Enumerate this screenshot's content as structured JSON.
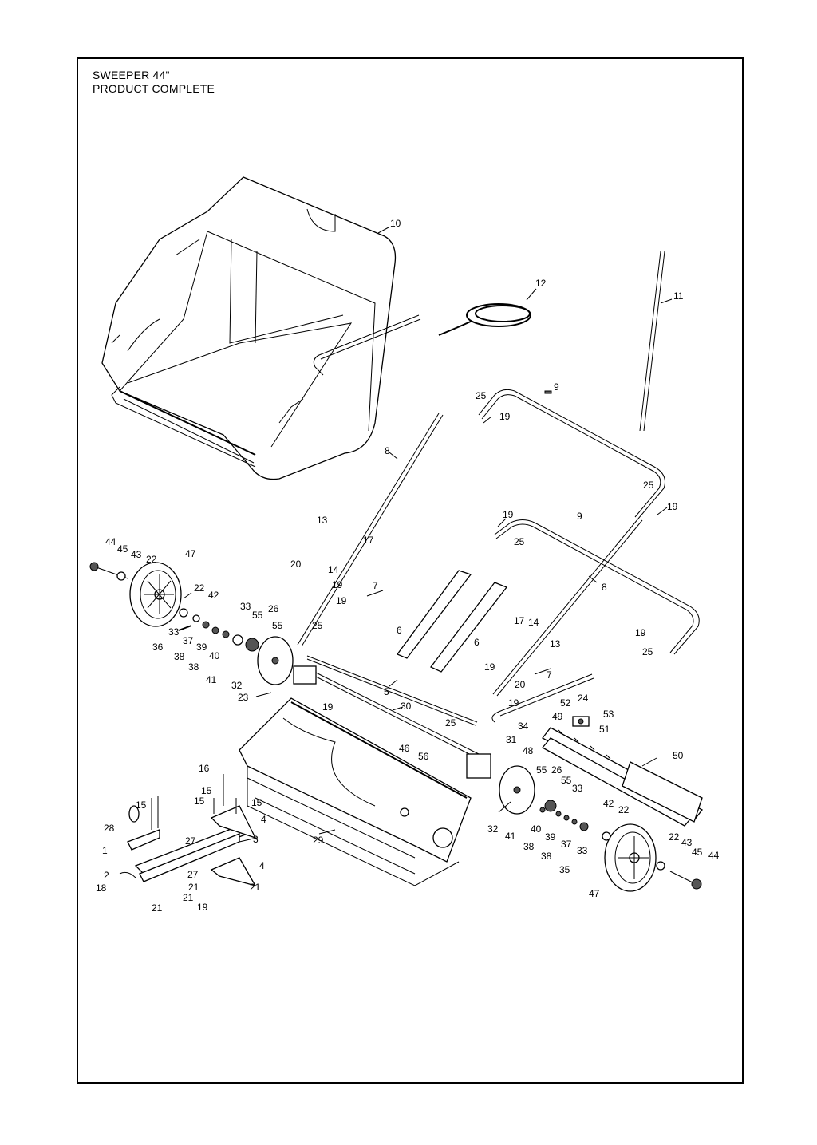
{
  "title": {
    "line1": "SWEEPER 44\"",
    "line2": "PRODUCT COMPLETE"
  },
  "callouts": [
    {
      "id": "c10",
      "text": "10"
    },
    {
      "id": "c12",
      "text": "12"
    },
    {
      "id": "c11",
      "text": "11"
    },
    {
      "id": "c9a",
      "text": "9"
    },
    {
      "id": "c25a",
      "text": "25"
    },
    {
      "id": "c19a",
      "text": "19"
    },
    {
      "id": "c8a",
      "text": "8"
    },
    {
      "id": "c25b",
      "text": "25"
    },
    {
      "id": "c19b",
      "text": "19"
    },
    {
      "id": "c19c",
      "text": "19"
    },
    {
      "id": "c9b",
      "text": "9"
    },
    {
      "id": "c25c",
      "text": "25"
    },
    {
      "id": "c13a",
      "text": "13"
    },
    {
      "id": "c17a",
      "text": "17"
    },
    {
      "id": "c44a",
      "text": "44"
    },
    {
      "id": "c45a",
      "text": "45"
    },
    {
      "id": "c43a",
      "text": "43"
    },
    {
      "id": "c22a",
      "text": "22"
    },
    {
      "id": "c47a",
      "text": "47"
    },
    {
      "id": "c20a",
      "text": "20"
    },
    {
      "id": "c14a",
      "text": "14"
    },
    {
      "id": "c8b",
      "text": "8"
    },
    {
      "id": "c19d",
      "text": "19"
    },
    {
      "id": "c7a",
      "text": "7"
    },
    {
      "id": "c19e",
      "text": "19"
    },
    {
      "id": "c22b",
      "text": "22"
    },
    {
      "id": "c42a",
      "text": "42"
    },
    {
      "id": "c33a",
      "text": "33"
    },
    {
      "id": "c55a",
      "text": "55"
    },
    {
      "id": "c26a",
      "text": "26"
    },
    {
      "id": "c55b",
      "text": "55"
    },
    {
      "id": "c25d",
      "text": "25"
    },
    {
      "id": "c6a",
      "text": "6"
    },
    {
      "id": "c6b",
      "text": "6"
    },
    {
      "id": "c17b",
      "text": "17"
    },
    {
      "id": "c14b",
      "text": "14"
    },
    {
      "id": "c13b",
      "text": "13"
    },
    {
      "id": "c19f",
      "text": "19"
    },
    {
      "id": "c25e",
      "text": "25"
    },
    {
      "id": "c33b",
      "text": "33"
    },
    {
      "id": "c36a",
      "text": "36"
    },
    {
      "id": "c37a",
      "text": "37"
    },
    {
      "id": "c39a",
      "text": "39"
    },
    {
      "id": "c38a",
      "text": "38"
    },
    {
      "id": "c40a",
      "text": "40"
    },
    {
      "id": "c38b",
      "text": "38"
    },
    {
      "id": "c41a",
      "text": "41"
    },
    {
      "id": "c32a",
      "text": "32"
    },
    {
      "id": "c23a",
      "text": "23"
    },
    {
      "id": "c19g",
      "text": "19"
    },
    {
      "id": "c5a",
      "text": "5"
    },
    {
      "id": "c19h",
      "text": "19"
    },
    {
      "id": "c20b",
      "text": "20"
    },
    {
      "id": "c7b",
      "text": "7"
    },
    {
      "id": "c19i",
      "text": "19"
    },
    {
      "id": "c30a",
      "text": "30"
    },
    {
      "id": "c25f",
      "text": "25"
    },
    {
      "id": "c52a",
      "text": "52"
    },
    {
      "id": "c24a",
      "text": "24"
    },
    {
      "id": "c53a",
      "text": "53"
    },
    {
      "id": "c49a",
      "text": "49"
    },
    {
      "id": "c34a",
      "text": "34"
    },
    {
      "id": "c51a",
      "text": "51"
    },
    {
      "id": "c31a",
      "text": "31"
    },
    {
      "id": "c48a",
      "text": "48"
    },
    {
      "id": "c46a",
      "text": "46"
    },
    {
      "id": "c56a",
      "text": "56"
    },
    {
      "id": "c50a",
      "text": "50"
    },
    {
      "id": "c16a",
      "text": "16"
    },
    {
      "id": "c15a",
      "text": "15"
    },
    {
      "id": "c15b",
      "text": "15"
    },
    {
      "id": "c15c",
      "text": "15"
    },
    {
      "id": "c15d",
      "text": "15"
    },
    {
      "id": "c55c",
      "text": "55"
    },
    {
      "id": "c26b",
      "text": "26"
    },
    {
      "id": "c55d",
      "text": "55"
    },
    {
      "id": "c33c",
      "text": "33"
    },
    {
      "id": "c4a",
      "text": "4"
    },
    {
      "id": "c28a",
      "text": "28"
    },
    {
      "id": "c27a",
      "text": "27"
    },
    {
      "id": "c3a",
      "text": "3"
    },
    {
      "id": "c1a",
      "text": "1"
    },
    {
      "id": "c29a",
      "text": "29"
    },
    {
      "id": "c32b",
      "text": "32"
    },
    {
      "id": "c42b",
      "text": "42"
    },
    {
      "id": "c22c",
      "text": "22"
    },
    {
      "id": "c41b",
      "text": "41"
    },
    {
      "id": "c40b",
      "text": "40"
    },
    {
      "id": "c39b",
      "text": "39"
    },
    {
      "id": "c38c",
      "text": "38"
    },
    {
      "id": "c37b",
      "text": "37"
    },
    {
      "id": "c38d",
      "text": "38"
    },
    {
      "id": "c33d",
      "text": "33"
    },
    {
      "id": "c35a",
      "text": "35"
    },
    {
      "id": "c22d",
      "text": "22"
    },
    {
      "id": "c43b",
      "text": "43"
    },
    {
      "id": "c45b",
      "text": "45"
    },
    {
      "id": "c44b",
      "text": "44"
    },
    {
      "id": "c4b",
      "text": "4"
    },
    {
      "id": "c2a",
      "text": "2"
    },
    {
      "id": "c27b",
      "text": "27"
    },
    {
      "id": "c18a",
      "text": "18"
    },
    {
      "id": "c21a",
      "text": "21"
    },
    {
      "id": "c21b",
      "text": "21"
    },
    {
      "id": "c21c",
      "text": "21"
    },
    {
      "id": "c21d",
      "text": "21"
    },
    {
      "id": "c19j",
      "text": "19"
    },
    {
      "id": "c47b",
      "text": "47"
    }
  ]
}
